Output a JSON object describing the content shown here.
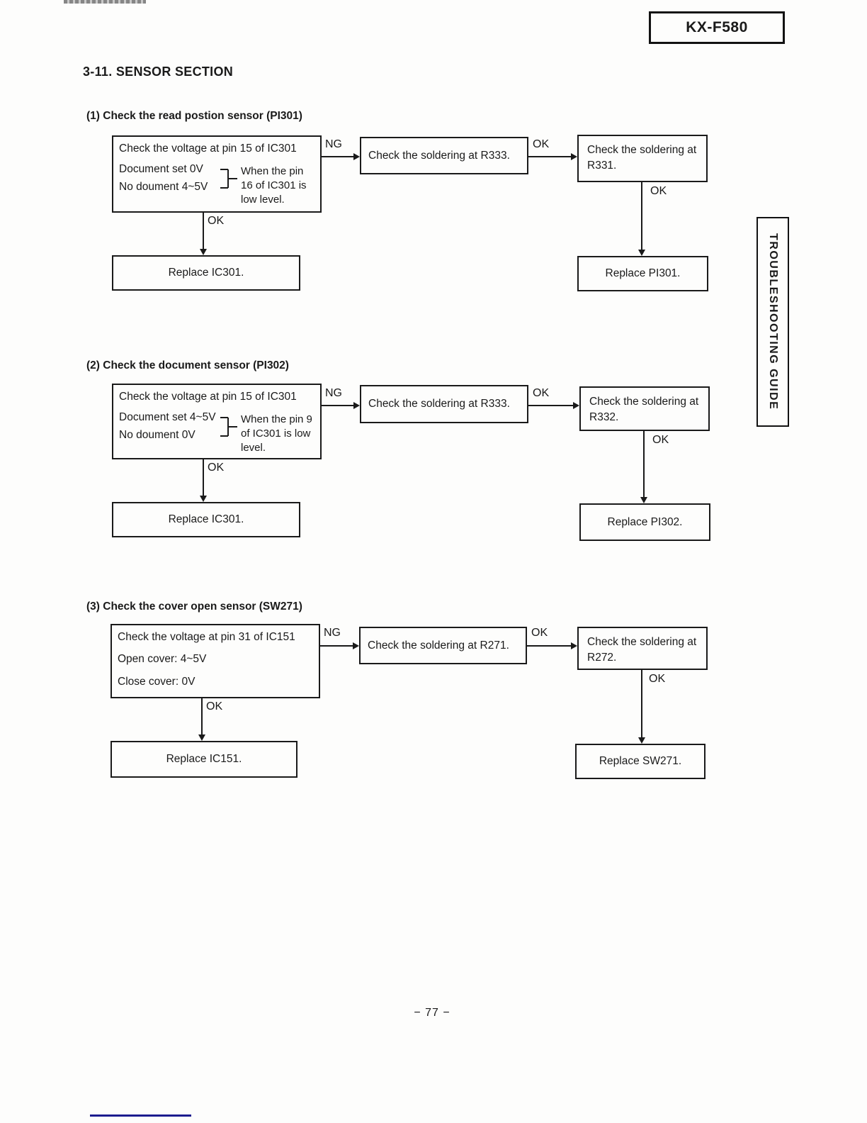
{
  "page": {
    "model_badge": "KX-F580",
    "section_title": "3-11. SENSOR SECTION",
    "side_tab": "TROUBLESHOOTING GUIDE",
    "page_number": "− 77 −"
  },
  "labels": {
    "ng": "NG",
    "ok": "OK"
  },
  "colors": {
    "ink": "#1a1a1a",
    "footer_line": "#1c1c8f"
  },
  "flowcharts": [
    {
      "heading": "(1) Check the read postion sensor (PI301)",
      "start": {
        "title": "Check the voltage at pin 15 of IC301",
        "cond1": "Document set 0V",
        "cond2": "No doument 4~5V",
        "note": "When the pin 16 of IC301 is low level."
      },
      "check2": "Check the soldering at R333.",
      "check3": "Check the soldering at R331.",
      "replace_main": "Replace IC301.",
      "replace_right": "Replace PI301."
    },
    {
      "heading": "(2) Check the document sensor (PI302)",
      "start": {
        "title": "Check the voltage at pin 15 of IC301",
        "cond1": "Document set 4~5V",
        "cond2": "No doument 0V",
        "note": "When the pin 9 of IC301 is low level."
      },
      "check2": "Check the soldering at R333.",
      "check3": "Check the soldering at R332.",
      "replace_main": "Replace IC301.",
      "replace_right": "Replace PI302."
    },
    {
      "heading": "(3) Check the cover open sensor (SW271)",
      "start": {
        "title": "Check the voltage at pin 31 of IC151",
        "cond1": "Open cover: 4~5V",
        "cond2": "Close cover: 0V"
      },
      "check2": "Check the soldering at R271.",
      "check3": "Check the soldering at R272.",
      "replace_main": "Replace IC151.",
      "replace_right": "Replace SW271."
    }
  ]
}
